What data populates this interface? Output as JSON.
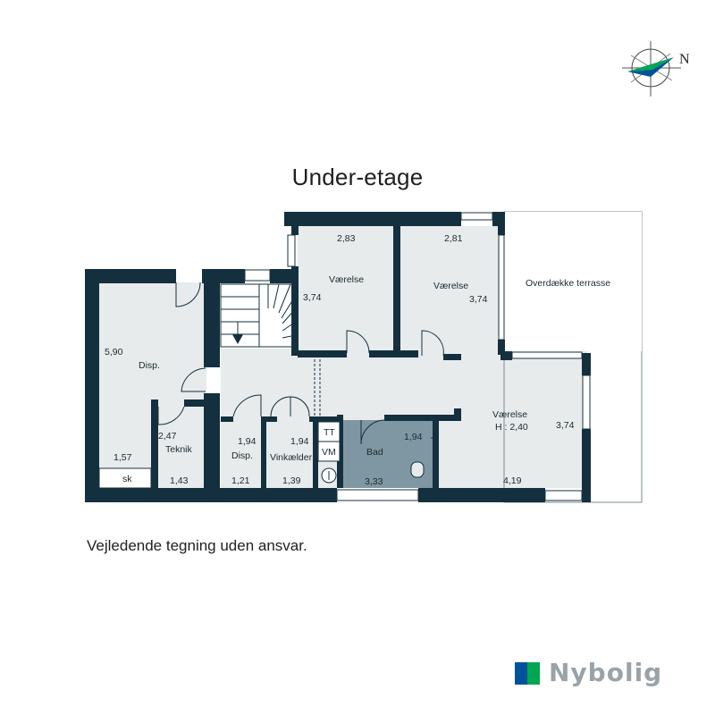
{
  "title": "Under-etage",
  "disclaimer": "Vejledende tegning uden ansvar.",
  "compass": {
    "north_label": "N",
    "icon": "compass-rose-icon"
  },
  "brand": {
    "name": "Nybolig",
    "colors": [
      "#00529b",
      "#00a651"
    ]
  },
  "colors": {
    "wall": "#14303f",
    "room_fill": "#e7ebec",
    "bath_fill": "#7f97a2"
  },
  "rooms": [
    {
      "id": "vaerelse-1",
      "name": "Værelse",
      "dims": [
        "2,83",
        "3,74"
      ]
    },
    {
      "id": "vaerelse-2",
      "name": "Værelse",
      "dims": [
        "2,81",
        "3,74"
      ]
    },
    {
      "id": "terrasse",
      "name": "Overdække terrasse"
    },
    {
      "id": "disp-1",
      "name": "Disp.",
      "dims": [
        "5,90",
        "1,57"
      ]
    },
    {
      "id": "teknik",
      "name": "Teknik",
      "dims": [
        "2,47",
        "1,43"
      ]
    },
    {
      "id": "disp-2",
      "name": "Disp.",
      "dims": [
        "1,94",
        "1,21"
      ]
    },
    {
      "id": "vinkaelder",
      "name": "Vinkælder",
      "dims": [
        "1,94",
        "1,39"
      ]
    },
    {
      "id": "bad",
      "name": "Bad",
      "dims": [
        "1,94",
        "3,33"
      ]
    },
    {
      "id": "vaerelse-3",
      "name": "Værelse",
      "height": "H : 2,40",
      "dims": [
        "3,74",
        "4,19"
      ]
    }
  ],
  "fixtures": {
    "tt": "TT",
    "vm": "VM",
    "sk": "sk"
  }
}
